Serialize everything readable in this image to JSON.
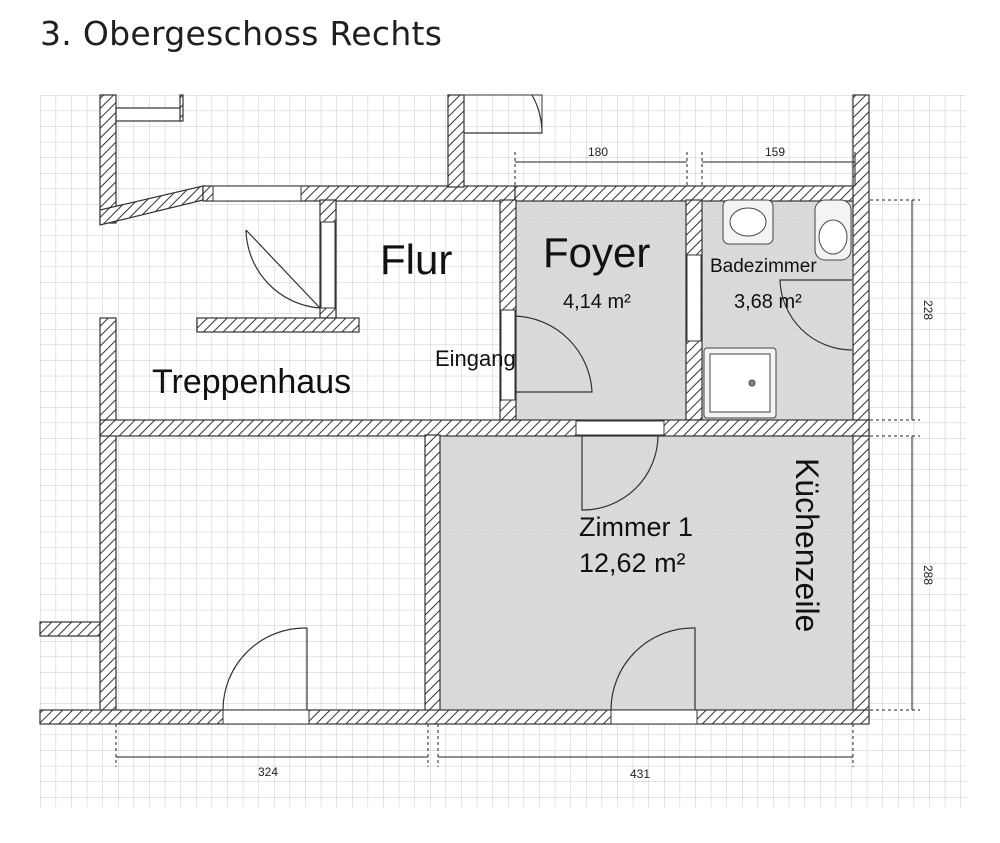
{
  "title": "3. Obergeschoss Rechts",
  "rooms": {
    "flur": {
      "name": "Flur"
    },
    "foyer": {
      "name": "Foyer",
      "area": "4,14 m²"
    },
    "bad": {
      "name": "Badezimmer",
      "area": "3,68 m²"
    },
    "treppenhaus": {
      "name": "Treppenhaus"
    },
    "eingang": {
      "name": "Eingang"
    },
    "zimmer1": {
      "name": "Zimmer 1",
      "area": "12,62 m²"
    },
    "kueche": {
      "name": "Küchenzeile"
    }
  },
  "dimensions": {
    "foyer_width": "180",
    "bad_width": "159",
    "bad_height": "228",
    "zimmer_height": "288",
    "left_room_width": "324",
    "zimmer_width": "431"
  },
  "colors": {
    "room_fill": "#d4d4d4",
    "grid": "#c8c8c8",
    "wall": "#333333"
  }
}
